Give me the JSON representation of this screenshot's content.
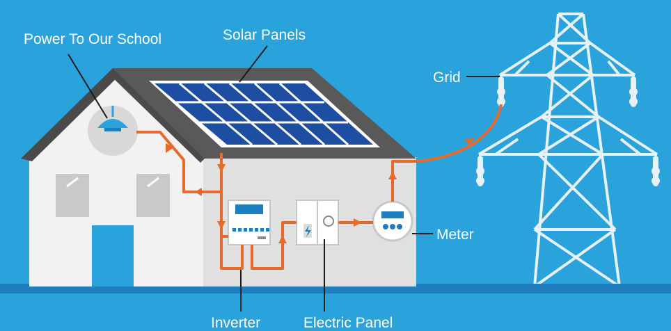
{
  "labels": {
    "power": "Power To Our School",
    "solar_panels": "Solar Panels",
    "grid": "Grid",
    "meter": "Meter",
    "inverter": "Inverter",
    "electric_panel": "Electric Panel"
  },
  "colors": {
    "sky": "#2aa3dc",
    "ground": "#1e7fbf",
    "wall": "#f2f2f2",
    "wall_shade": "#e0e0e0",
    "roof": "#595959",
    "panel": "#1d4ea2",
    "wire": "#e8692a",
    "tower": "#e6f1f8"
  }
}
